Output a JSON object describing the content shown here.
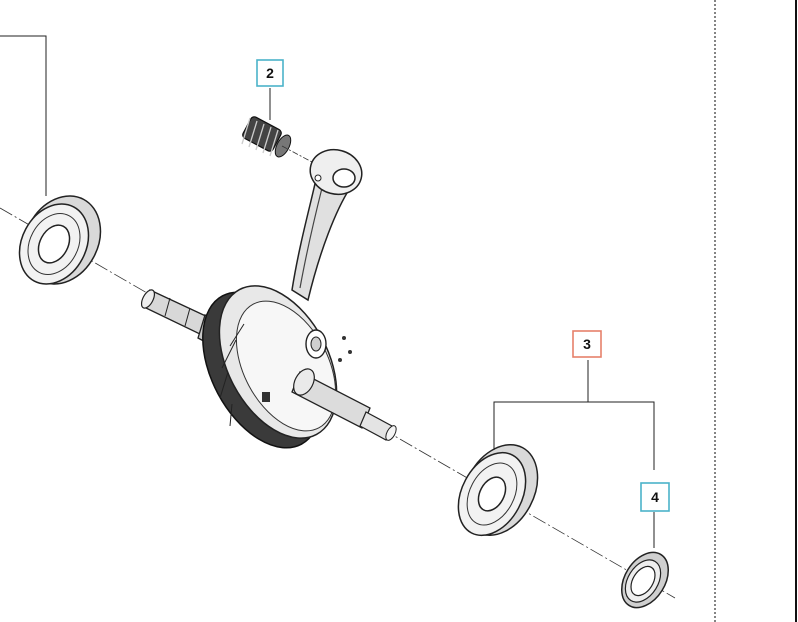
{
  "diagram": {
    "callouts": [
      {
        "id": "2",
        "label": "2",
        "border_color": "#4bb3c9"
      },
      {
        "id": "3",
        "label": "3",
        "border_color": "#e6806a"
      },
      {
        "id": "4",
        "label": "4",
        "border_color": "#4bb3c9"
      }
    ],
    "colors": {
      "line": "#222222",
      "part_fill": "#e6e6e6",
      "part_dark": "#555555",
      "callout_blue": "#4bb3c9",
      "callout_orange": "#e6806a"
    }
  }
}
